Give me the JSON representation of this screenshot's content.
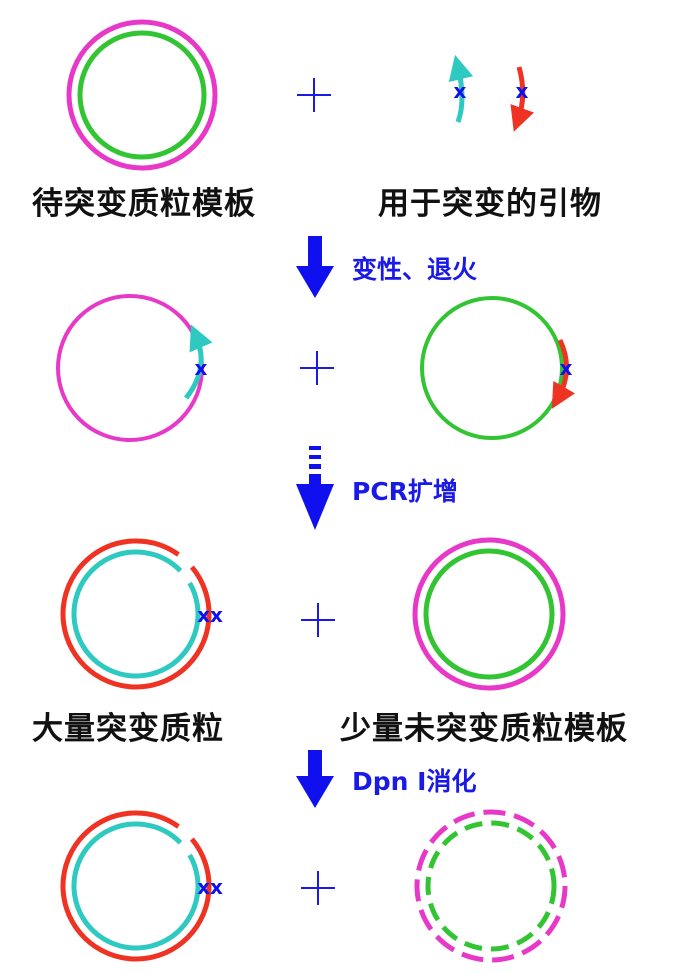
{
  "labels": {
    "template_plasmid": "待突变质粒模板",
    "mutagenic_primers": "用于突变的引物",
    "many_mutant_plasmids": "大量突变质粒",
    "few_unmutated_templates": "少量未突变质粒模板"
  },
  "steps": {
    "denature_anneal": "变性、退火",
    "pcr_amplify": "PCR扩增",
    "dpn_digest": "Dpn I消化"
  },
  "colors": {
    "magenta": "#e838c8",
    "green": "#33c433",
    "cyan": "#2ec9c0",
    "red": "#ee3322",
    "blue": "#1010ee",
    "text": "#111111"
  }
}
